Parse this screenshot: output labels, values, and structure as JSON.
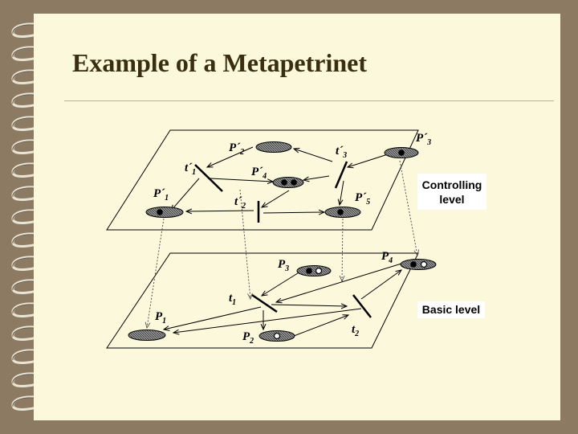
{
  "slide": {
    "title": "Example of a Metapetrinet"
  },
  "diagram": {
    "controlling_level": {
      "label_line1": "Controlling",
      "label_line2": "level",
      "places": [
        {
          "id": "p1",
          "name": "P´",
          "sub": "1"
        },
        {
          "id": "p2",
          "name": "P´",
          "sub": "2"
        },
        {
          "id": "p3",
          "name": "P´",
          "sub": "3"
        },
        {
          "id": "p4",
          "name": "P´",
          "sub": "4"
        },
        {
          "id": "p5",
          "name": "P´",
          "sub": "5"
        }
      ],
      "transitions": [
        {
          "id": "t1",
          "name": "t´",
          "sub": "1"
        },
        {
          "id": "t2",
          "name": "t´",
          "sub": "2"
        },
        {
          "id": "t3",
          "name": "t´",
          "sub": "3"
        }
      ]
    },
    "basic_level": {
      "label": "Basic level",
      "places": [
        {
          "id": "p1",
          "name": "P",
          "sub": "1"
        },
        {
          "id": "p2",
          "name": "P",
          "sub": "2"
        },
        {
          "id": "p3",
          "name": "P",
          "sub": "3"
        },
        {
          "id": "p4",
          "name": "P",
          "sub": "4"
        }
      ],
      "transitions": [
        {
          "id": "t1",
          "name": "t",
          "sub": "1"
        },
        {
          "id": "t2",
          "name": "t",
          "sub": "2"
        }
      ]
    }
  }
}
